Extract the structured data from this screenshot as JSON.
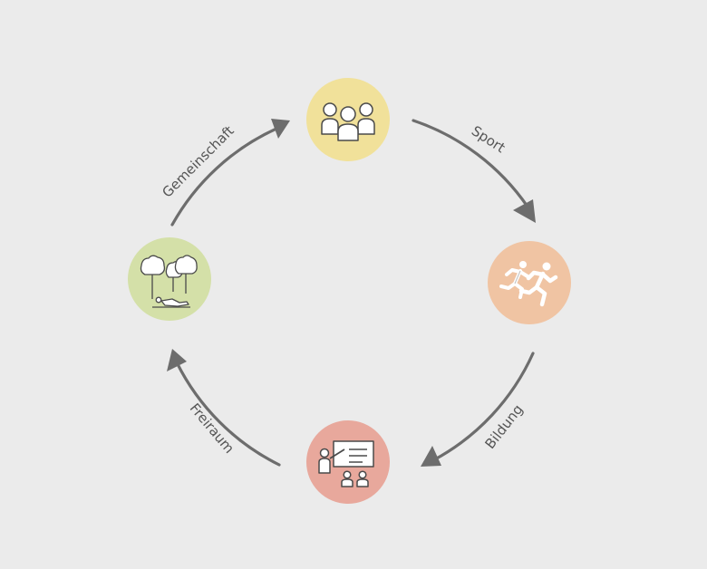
{
  "diagram": {
    "labels": {
      "sport": "Sport",
      "bildung": "Bildung",
      "freiraum": "Freiraum",
      "gemeinschaft": "Gemeinschaft"
    },
    "nodes": [
      {
        "id": "community",
        "icon": "people-group-icon",
        "color": "#f1e19a"
      },
      {
        "id": "sport",
        "icon": "runners-icon",
        "color": "#f0c4a3"
      },
      {
        "id": "education",
        "icon": "teacher-presentation-icon",
        "color": "#e8a89c"
      },
      {
        "id": "open-space",
        "icon": "trees-relaxing-icon",
        "color": "#d4e0a8"
      }
    ],
    "arrow_color": "#6d6d6d",
    "background": "#ebebeb"
  }
}
